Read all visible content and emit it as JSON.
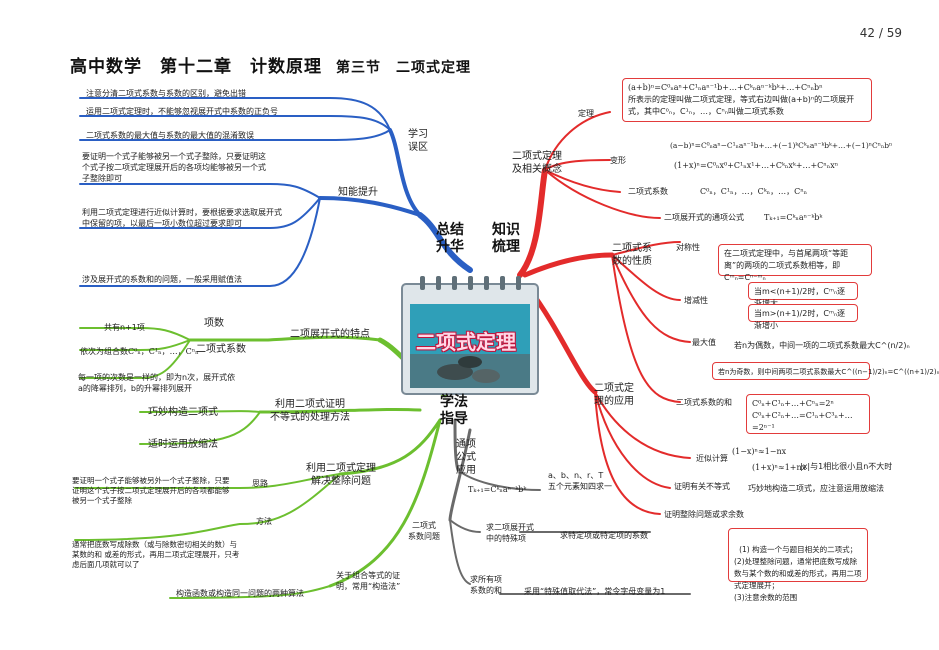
{
  "page_number": "42 / 59",
  "title": {
    "main": "高中数学　第十二章　计数原理",
    "section": "第三节　二项式定理"
  },
  "center": {
    "label": "二项式定理"
  },
  "colors": {
    "blue": "#2a5fc4",
    "red": "#e32b2b",
    "green": "#6cbf2f",
    "gray": "#6a6a6a"
  },
  "blue_branch": {
    "main": "总结\n升华",
    "sub1": "学习\n误区",
    "sub1_items": [
      "注意分清二项式系数与系数的区别，避免出错",
      "运用二项式定理时，不能够忽视展开式中系数的正负号",
      "二项式系数的最大值与系数的最大值的混淆致误"
    ],
    "sub2": "知能提升",
    "sub2_items": [
      "要证明一个式子能够被另一个式子整除，只要证明这个式子按二项式定理展开后的各项均能够被另一个式子整除即可",
      "利用二项式定理进行近似计算时，要根据要求选取展开式中保留的项，以最后一项小数位超过要求即可",
      "涉及展开式的系数和的问题，一般采用赋值法"
    ]
  },
  "red_branch": {
    "main": "知识\n梳理",
    "sub1": "二项式定理\n及相关概念",
    "def_label": "定理",
    "def_formula": "(a+b)ⁿ=C⁰ₙaⁿ+C¹ₙaⁿ⁻¹b+…+Cᵏₙaⁿ⁻ᵏbᵏ+…+Cⁿₙbⁿ",
    "def_text": "所表示的定理叫做二项式定理，等式右边叫做(a+b)ⁿ的二项展开式，其中C⁰ₙ，C¹ₙ，…，Cⁿₙ叫做二项式系数",
    "var_label": "变形",
    "var_formula1": "(a−b)ⁿ=C⁰ₙaⁿ−C¹ₙaⁿ⁻¹b+…+(−1)ᵏCᵏₙaⁿ⁻ᵏbᵏ+…+(−1)ⁿCⁿₙbⁿ",
    "var_formula2": "(1+x)ⁿ=C⁰ₙx⁰+C¹ₙx¹+…+Cᵏₙxᵏ+…+Cⁿₙxⁿ",
    "coef_label": "二项式系数",
    "coef_formula": "C⁰ₙ，C¹ₙ，…，Cᵏₙ，…，Cⁿₙ",
    "general_label": "二项展开式的通项公式",
    "general_formula": "Tₖ₊₁=Cᵏₙaⁿ⁻ᵏbᵏ",
    "sub2": "二项式系\n数的性质",
    "sym_label": "对称性",
    "sym_text": "在二项式定理中，与首尾两项“等距离”的两项的二项式系数相等，即Cᵐₙ=Cⁿ⁻ᵐₙ",
    "inc_label": "增减性",
    "inc1": "当m<(n+1)/2时，Cᵐₙ逐渐增大",
    "inc2": "当m>(n+1)/2时，Cᵐₙ逐渐增小",
    "max_label": "最大值",
    "max1": "若n为偶数，中间一项的二项式系数最大C^(n/2)ₙ",
    "max2": "若n为奇数，则中间两项二项式系数最大C^((n−1)/2)ₙ=C^((n+1)/2)ₙ",
    "sum_label": "二项式系数的和",
    "sum1": "C⁰ₙ+C¹ₙ+…+Cⁿₙ=2ⁿ",
    "sum2": "C⁰ₙ+C²ₙ+…=C¹ₙ+C³ₙ+…=2ⁿ⁻¹",
    "sub3": "二项式定\n理的应用",
    "approx_label": "近似计算",
    "approx1": "(1−x)ⁿ≈1−nx",
    "approx2": "(1+x)ⁿ≈1+nx",
    "approx_cond": "|x|与1相比很小且n不大时",
    "ineq_label": "证明有关不等式",
    "ineq_text": "巧妙地构造二项式，应注意运用放缩法",
    "div_label": "证明整除问题或求余数",
    "div_text": "(1) 构造一个与题目相关的二项式；\n(2)处理整除问题，通常把底数写成除数与某个数的和或差的形式，再用二项式定理展开；\n(3)注意余数的范围"
  },
  "green_branch": {
    "main": "学法\n指导",
    "g1": "二项展开式的特点",
    "g1a": "项数",
    "g1a_item": "共有n+1项",
    "g1b": "二项式系数",
    "g1b_item": "依次为组合数C⁰ₙ，C¹ₙ，…，Cⁿₙ",
    "g1c_item": "每一项的次数是一样的，即为n次，展开式依a的降幂排列，b的升幂排列展开",
    "g2": "利用二项式证明\n不等式的处理方法",
    "g2a": "巧妙构造二项式",
    "g2b": "适时运用放缩法",
    "g3": "利用二项式定理\n解决整除问题",
    "g3a": "思路",
    "g3a_item": "要证明一个式子能够被另外一个式子整除，只要证明这个式子按二项式定理展开后的各项都能够被另一个式子整除",
    "g3b": "方法",
    "g3b_item": "通常把底数写成除数（或与除数密切相关的数）与某数的和 或差的形式，再用二项式定理展开，只考虑后面几项就可以了",
    "g4": "关于组合等式的证\n明，常用“构造法”",
    "g4_item": "构造函数或构造同一问题的两种算法"
  },
  "gray_branch": {
    "general": "通项\n公式\n应用",
    "general_formula": "Tₖ₊₁=Cᵏₙaⁿ⁻ᵏbᵏ",
    "five": "a、b、n、r、T\n五个元素知四求一",
    "coef_prob": "二项式\n系数问题",
    "special": "求二项展开式\n中的特殊项",
    "special_item": "求特定项或特定项的系数",
    "sum": "求所有项\n系数的和",
    "sum_item": "采用“特殊值取代法”，常令字母变量为1"
  }
}
